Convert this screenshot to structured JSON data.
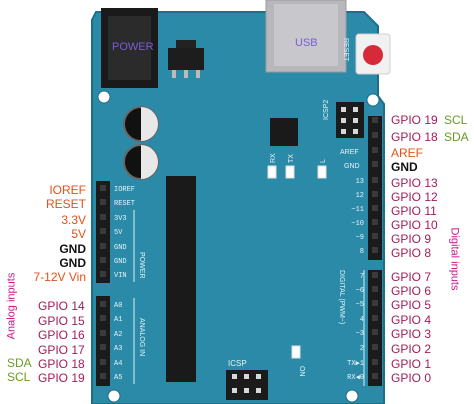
{
  "colors": {
    "board": "#2a8aa8",
    "board_edge": "#1c6f89",
    "gpio": "#a11d58",
    "power_red": "#e0521a",
    "gnd_black": "#111111",
    "sda_scl_green": "#6a9a22",
    "side_pink": "#c2198a",
    "header": "#1b1b1b",
    "usb": "#b8b8bc",
    "reset_button": "#d62a3a"
  },
  "board_labels": {
    "power": "POWER",
    "usb": "USB",
    "reset": "RESET",
    "icsp2": "ICSP2",
    "tx": "TX",
    "rx": "RX",
    "l": "L",
    "on": "ON",
    "icsp": "ICSP",
    "power_block": "POWER",
    "analog_in": "ANALOG IN",
    "digital_pwm": "DIGITAL (PWM~)",
    "aref": "AREF",
    "gnd": "GND",
    "power_pins": [
      "IOREF",
      "RESET",
      "3V3",
      "5V",
      "GND",
      "GND",
      "VIN"
    ],
    "analog_pins": [
      "A0",
      "A1",
      "A2",
      "A3",
      "A4",
      "A5"
    ],
    "digital_upper": [
      "13",
      "12",
      "~11",
      "~10",
      "~9",
      "8"
    ],
    "digital_lower": [
      "7",
      "~6",
      "~5",
      "4",
      "~3",
      "2",
      "TX▶1",
      "RX◀0"
    ]
  },
  "left_labels": [
    {
      "text": "IOREF",
      "color": "power_red"
    },
    {
      "text": "RESET",
      "color": "power_red"
    },
    {
      "text": "3.3V",
      "color": "power_red"
    },
    {
      "text": "5V",
      "color": "power_red"
    },
    {
      "text": "GND",
      "color": "gnd_black"
    },
    {
      "text": "GND",
      "color": "gnd_black"
    },
    {
      "text": "7-12V Vin",
      "color": "power_red"
    }
  ],
  "analog_gpio": [
    "GPIO 14",
    "GPIO 15",
    "GPIO 16",
    "GPIO 17",
    "GPIO 18",
    "GPIO 19"
  ],
  "analog_extra": {
    "sda": "SDA",
    "scl": "SCL"
  },
  "right_labels": [
    {
      "text": "GPIO 19",
      "color": "gpio"
    },
    {
      "text": "GPIO 18",
      "color": "gpio"
    },
    {
      "text": "AREF",
      "color": "power_red"
    },
    {
      "text": "GND",
      "color": "gnd_black"
    },
    {
      "text": "GPIO 13",
      "color": "gpio"
    },
    {
      "text": "GPIO 12",
      "color": "gpio"
    },
    {
      "text": "GPIO 11",
      "color": "gpio"
    },
    {
      "text": "GPIO 10",
      "color": "gpio"
    },
    {
      "text": "GPIO 9",
      "color": "gpio"
    },
    {
      "text": "GPIO 8",
      "color": "gpio"
    },
    {
      "text": "GPIO 7",
      "color": "gpio"
    },
    {
      "text": "GPIO 6",
      "color": "gpio"
    },
    {
      "text": "GPIO 5",
      "color": "gpio"
    },
    {
      "text": "GPIO 4",
      "color": "gpio"
    },
    {
      "text": "GPIO 3",
      "color": "gpio"
    },
    {
      "text": "GPIO 2",
      "color": "gpio"
    },
    {
      "text": "GPIO 1",
      "color": "gpio"
    },
    {
      "text": "GPIO 0",
      "color": "gpio"
    }
  ],
  "right_extra": {
    "scl": "SCL",
    "sda": "SDA"
  },
  "side_labels": {
    "analog_inputs": "Analog inputs",
    "digital_inputs": "Digital inputs"
  }
}
